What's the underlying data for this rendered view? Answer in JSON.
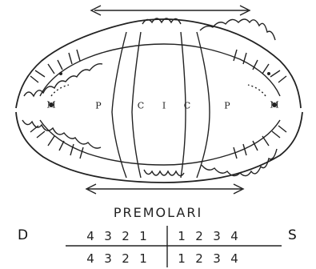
{
  "diagram": {
    "region_labels": [
      "M",
      "P",
      "C",
      "I",
      "C",
      "P",
      "M"
    ]
  },
  "caption": {
    "title": "PREMOLARI",
    "left_side": "D",
    "right_side": "S",
    "upper_row_left": [
      "4",
      "3",
      "2",
      "1"
    ],
    "upper_row_right": [
      "1",
      "2",
      "3",
      "4"
    ],
    "lower_row_left": [
      "4",
      "3",
      "2",
      "1"
    ],
    "lower_row_right": [
      "1",
      "2",
      "3",
      "4"
    ]
  }
}
